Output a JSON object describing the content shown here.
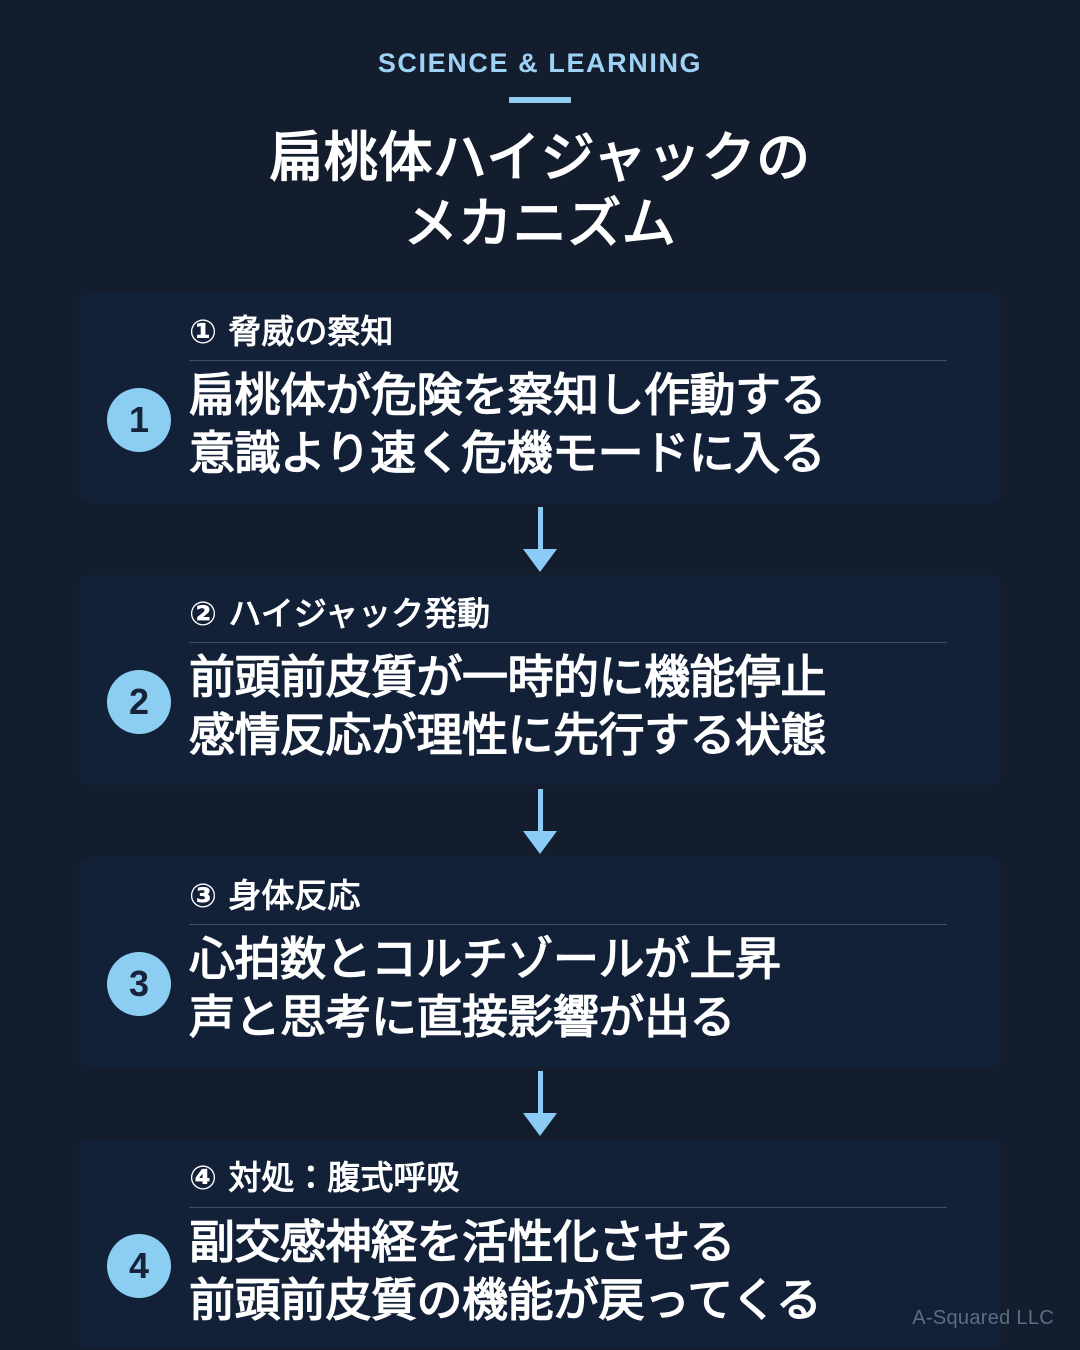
{
  "header": {
    "eyebrow": "SCIENCE & LEARNING",
    "title_line_1": "扁桃体ハイジャックの",
    "title_line_2": "メカニズム"
  },
  "theme": {
    "background": "#131d2e",
    "card_background": "#122038",
    "accent": "#8ccdf2",
    "eyebrow_color": "#9ed2f4",
    "text_color": "#ffffff",
    "divider_color": "#5b7499",
    "watermark_color": "#5c6d84"
  },
  "steps": [
    {
      "label": "① 脅威の察知",
      "badge": "1",
      "body_line_1": "扁桃体が危険を察知し作動する",
      "body_line_2": "意識より速く危機モードに入る"
    },
    {
      "label": "② ハイジャック発動",
      "badge": "2",
      "body_line_1": "前頭前皮質が一時的に機能停止",
      "body_line_2": "感情反応が理性に先行する状態"
    },
    {
      "label": "③ 身体反応",
      "badge": "3",
      "body_line_1": "心拍数とコルチゾールが上昇",
      "body_line_2": "声と思考に直接影響が出る"
    },
    {
      "label": "④ 対処：腹式呼吸",
      "badge": "4",
      "body_line_1": "副交感神経を活性化させる",
      "body_line_2": "前頭前皮質の機能が戻ってくる"
    }
  ],
  "footer": {
    "watermark": "A-Squared LLC"
  }
}
